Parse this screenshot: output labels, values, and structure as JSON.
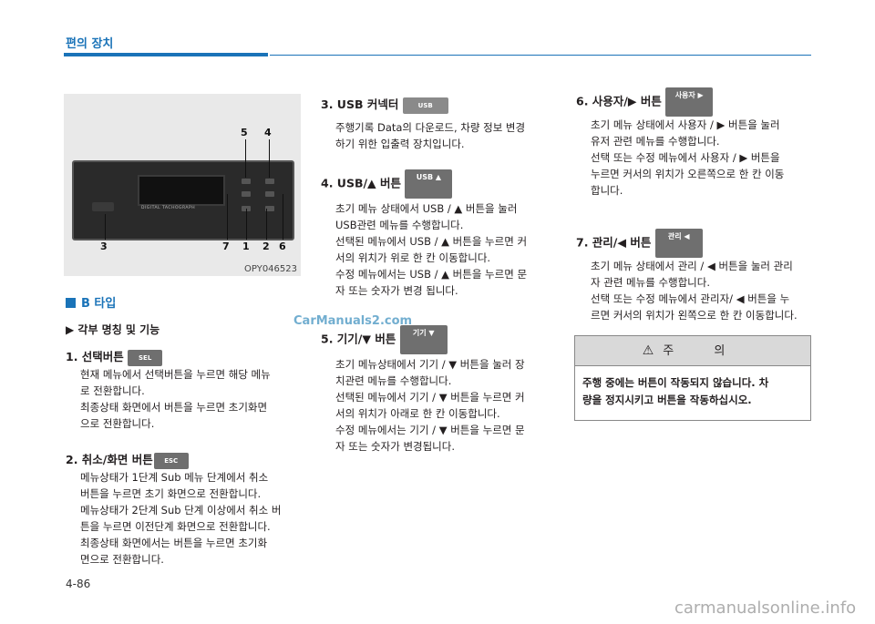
{
  "header": {
    "section": "편의 장치"
  },
  "photo": {
    "caption": "OPY046523",
    "device_brand": "DIGITAL TACHOGRAPH",
    "callouts": [
      "5",
      "4",
      "3",
      "7",
      "1",
      "2",
      "6"
    ]
  },
  "left": {
    "b_type": "B 타입",
    "sub_head": "▶ 각부 명칭 및 기능",
    "items": [
      {
        "title": "1. 선택버튼",
        "key": "SEL",
        "lines": [
          "현재 메뉴에서 선택버튼을 누르면 해당 메뉴",
          "로 전환합니다.",
          "최종상태 화면에서 버튼을 누르면 초기화면",
          "으로 전환합니다."
        ]
      },
      {
        "title": "2. 취소/화면 버튼",
        "key": "ESC",
        "lines": [
          "메뉴상태가 1단계 Sub 메뉴 단계에서 취소",
          "버튼을 누르면 초기 화면으로 전환합니다.",
          "메뉴상태가 2단계 Sub 단계 이상에서 취소 버",
          "튼을 누르면 이전단계 화면으로 전환합니다.",
          "최종상태 화면에서는 버튼을 누르면 초기화",
          "면으로 전환합니다."
        ]
      }
    ]
  },
  "middle": {
    "items": [
      {
        "title": "3. USB 커넥터",
        "key": "USB",
        "lines": [
          "주행기록 Data의 다운로드, 차량 정보 변경",
          "하기 위한 입출력 장치입니다."
        ]
      },
      {
        "title": "4. USB/▲ 버튼",
        "key": "USB ▲",
        "lines": [
          "초기 메뉴 상태에서 USB / ▲ 버튼을 눌러",
          "USB관련 메뉴를 수행합니다.",
          "선택된 메뉴에서 USB / ▲ 버튼을 누르면 커",
          "서의 위치가 위로 한 칸 이동합니다.",
          "수정 메뉴에서는 USB / ▲ 버튼을 누르면 문",
          "자 또는 숫자가 변경 됩니다."
        ]
      },
      {
        "title": "5. 기기/▼ 버튼",
        "key": "기기 ▼",
        "lines": [
          "초기 메뉴상태에서 기기 / ▼ 버튼을 눌러 장",
          "치관련 메뉴를 수행합니다.",
          "선택된 메뉴에서 기기 / ▼ 버튼을 누르면 커",
          "서의 위치가 아래로 한 칸 이동합니다.",
          "수정 메뉴에서는 기기 / ▼ 버튼을 누르면 문",
          "자 또는 숫자가 변경됩니다."
        ]
      }
    ]
  },
  "right": {
    "items": [
      {
        "title": "6. 사용자/▶ 버튼",
        "key": "사용자 ▶",
        "lines": [
          "초기 메뉴 상태에서 사용자 / ▶ 버튼을 눌러",
          "유저 관련 메뉴를 수행합니다.",
          "선택 또는 수정 메뉴에서 사용자 / ▶ 버튼을",
          "누르면 커서의 위치가 오른쪽으로 한 칸 이동",
          "합니다."
        ]
      },
      {
        "title": "7. 관리/◀ 버튼",
        "key": "관리 ◀",
        "lines": [
          "초기 메뉴 상태에서 관리 / ◀ 버튼을 눌러 관리",
          "자 관련 메뉴를 수행합니다.",
          "선택 또는 수정 메뉴에서 관리자/ ◀ 버튼을 누",
          "르면 커서의 위치가 왼쪽으로 한 칸 이동합니다."
        ]
      }
    ],
    "caution": {
      "title": "주 의",
      "lines": [
        "주행 중에는 버튼이 작동되지 않습니다. 차",
        "량을 정지시키고 버튼을 작동하십시오."
      ]
    }
  },
  "page_number": "4-86",
  "watermarks": [
    "CarManuals2.com",
    "carmanualsonline.info"
  ],
  "colors": {
    "accent": "#1a73b8",
    "key_bg": "#6f6f6f",
    "caution_head": "#d9d9d9"
  }
}
